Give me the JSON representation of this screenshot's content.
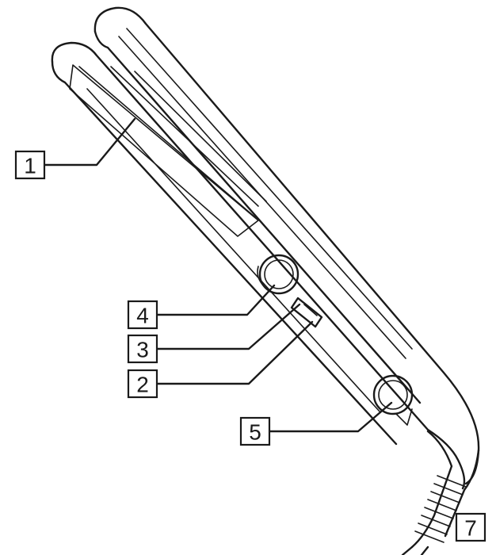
{
  "callouts": [
    {
      "id": "c1",
      "label": "1"
    },
    {
      "id": "c4",
      "label": "4"
    },
    {
      "id": "c3",
      "label": "3"
    },
    {
      "id": "c2",
      "label": "2"
    },
    {
      "id": "c5",
      "label": "5"
    },
    {
      "id": "c7",
      "label": "7"
    }
  ]
}
